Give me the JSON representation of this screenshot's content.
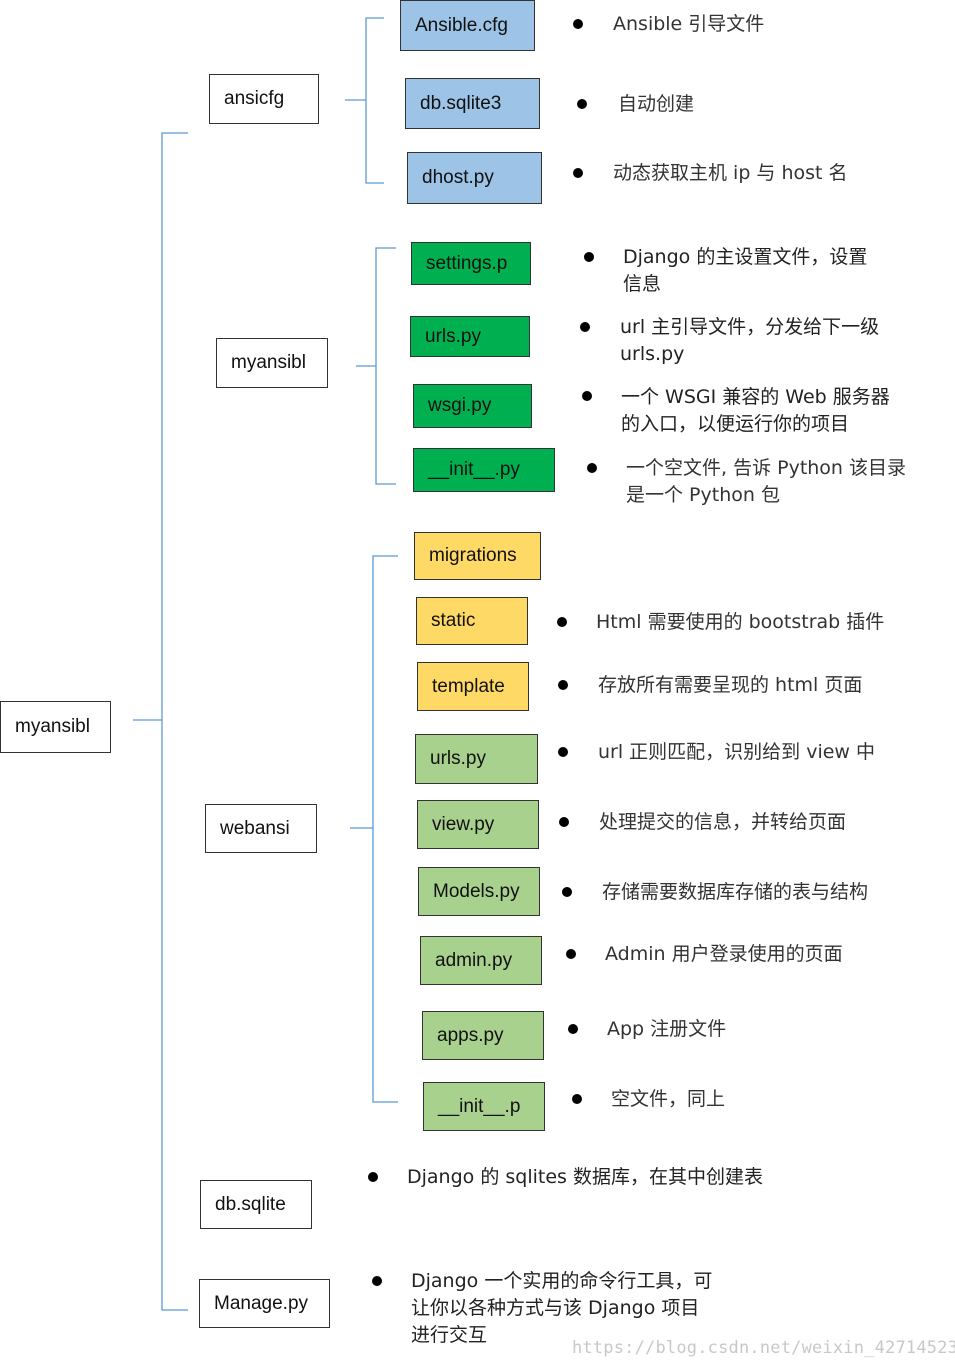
{
  "root": "myansibl",
  "groups": [
    {
      "name": "ansicfg",
      "color": "#9dc3e6",
      "items": [
        {
          "file": "Ansible.cfg",
          "desc": "Ansible 引导文件"
        },
        {
          "file": "db.sqlite3",
          "desc": "自动创建"
        },
        {
          "file": "dhost.py",
          "desc": "动态获取主机 ip 与 host 名"
        }
      ]
    },
    {
      "name": "myansibl",
      "color": "#00b050",
      "items": [
        {
          "file": "settings.p",
          "desc": "Django 的主设置文件，设置\n信息"
        },
        {
          "file": "urls.py",
          "desc": "url  主引导文件，分发给下一级\nurls.py"
        },
        {
          "file": "wsgi.py",
          "desc": "一个   WSGI  兼容的  Web  服务器\n的入口，以便运行你的项目"
        },
        {
          "file": "__init__.py",
          "desc": "一个空文件, 告诉  Python  该目录\n是一个  Python  包"
        }
      ]
    },
    {
      "name": "webansi",
      "colors": {
        "yellow": "#ffd966",
        "green": "#a9d18e"
      },
      "items": [
        {
          "file": "migrations",
          "desc": ""
        },
        {
          "file": "static",
          "desc": "Html 需要使用的 bootstrab 插件"
        },
        {
          "file": "template",
          "desc": "存放所有需要呈现的 html 页面"
        },
        {
          "file": "urls.py",
          "desc": "url 正则匹配，识别给到 view 中"
        },
        {
          "file": "view.py",
          "desc": "处理提交的信息，并转给页面"
        },
        {
          "file": "Models.py",
          "desc": "存储需要数据库存储的表与结构"
        },
        {
          "file": "admin.py",
          "desc": "Admin 用户登录使用的页面"
        },
        {
          "file": "apps.py",
          "desc": "App 注册文件"
        },
        {
          "file": "__init__.p",
          "desc": "空文件，同上"
        }
      ]
    },
    {
      "name": "db.sqlite",
      "desc": "Django 的 sqlites 数据库，在其中创建表"
    },
    {
      "name": "Manage.py",
      "desc": "Django  一个实用的命令行工具，可\n让你以各种方式与该  Django  项目\n进行交互"
    }
  ],
  "watermark": "https://blog.csdn.net/weixin_42714523"
}
